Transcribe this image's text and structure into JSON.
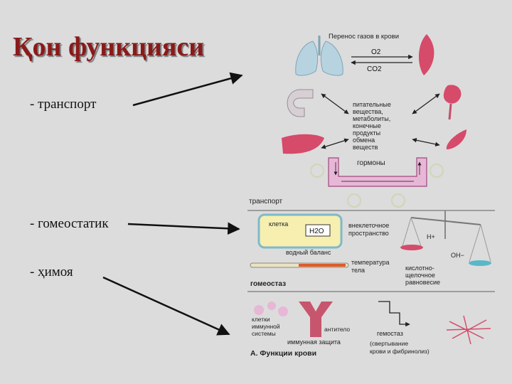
{
  "slide": {
    "title": "Қон функцияси",
    "functions": [
      "- транспорт",
      "- гомеостатик",
      "- ҳимоя"
    ]
  },
  "diagram": {
    "gas_transfer": "Перенос газов в крови",
    "o2": "O2",
    "co2": "CO2",
    "nutrients": [
      "питательные",
      "вещества,",
      "метаболиты,",
      "конечные",
      "продукты",
      "обмена",
      "веществ"
    ],
    "hormones": "гормоны",
    "transport": "транспорт",
    "cell": "клетка",
    "h2o": "H2O",
    "extracellular": [
      "внеклеточное",
      "пространство"
    ],
    "water_balance": "водный баланс",
    "h_plus": "H+",
    "oh_minus": "OH−",
    "temperature": [
      "температура",
      "тела"
    ],
    "acid_base": [
      "кислотно-",
      "щелочное",
      "равновесие"
    ],
    "homeostasis": "гомеостаз",
    "immune_cells": [
      "клетки",
      "иммунной",
      "системы"
    ],
    "antibody": "антитело",
    "immune_protection": "иммунная защита",
    "hemostasis": "гемостаз",
    "coagulation": [
      "(свертывание",
      "крови и фибринолиз)"
    ],
    "caption": "А. Функции крови"
  },
  "colors": {
    "title": "#8a1a1a",
    "organ": "#d64a6a",
    "hormone_tube": "#e7b7d6",
    "cell": "#f6efb0"
  }
}
